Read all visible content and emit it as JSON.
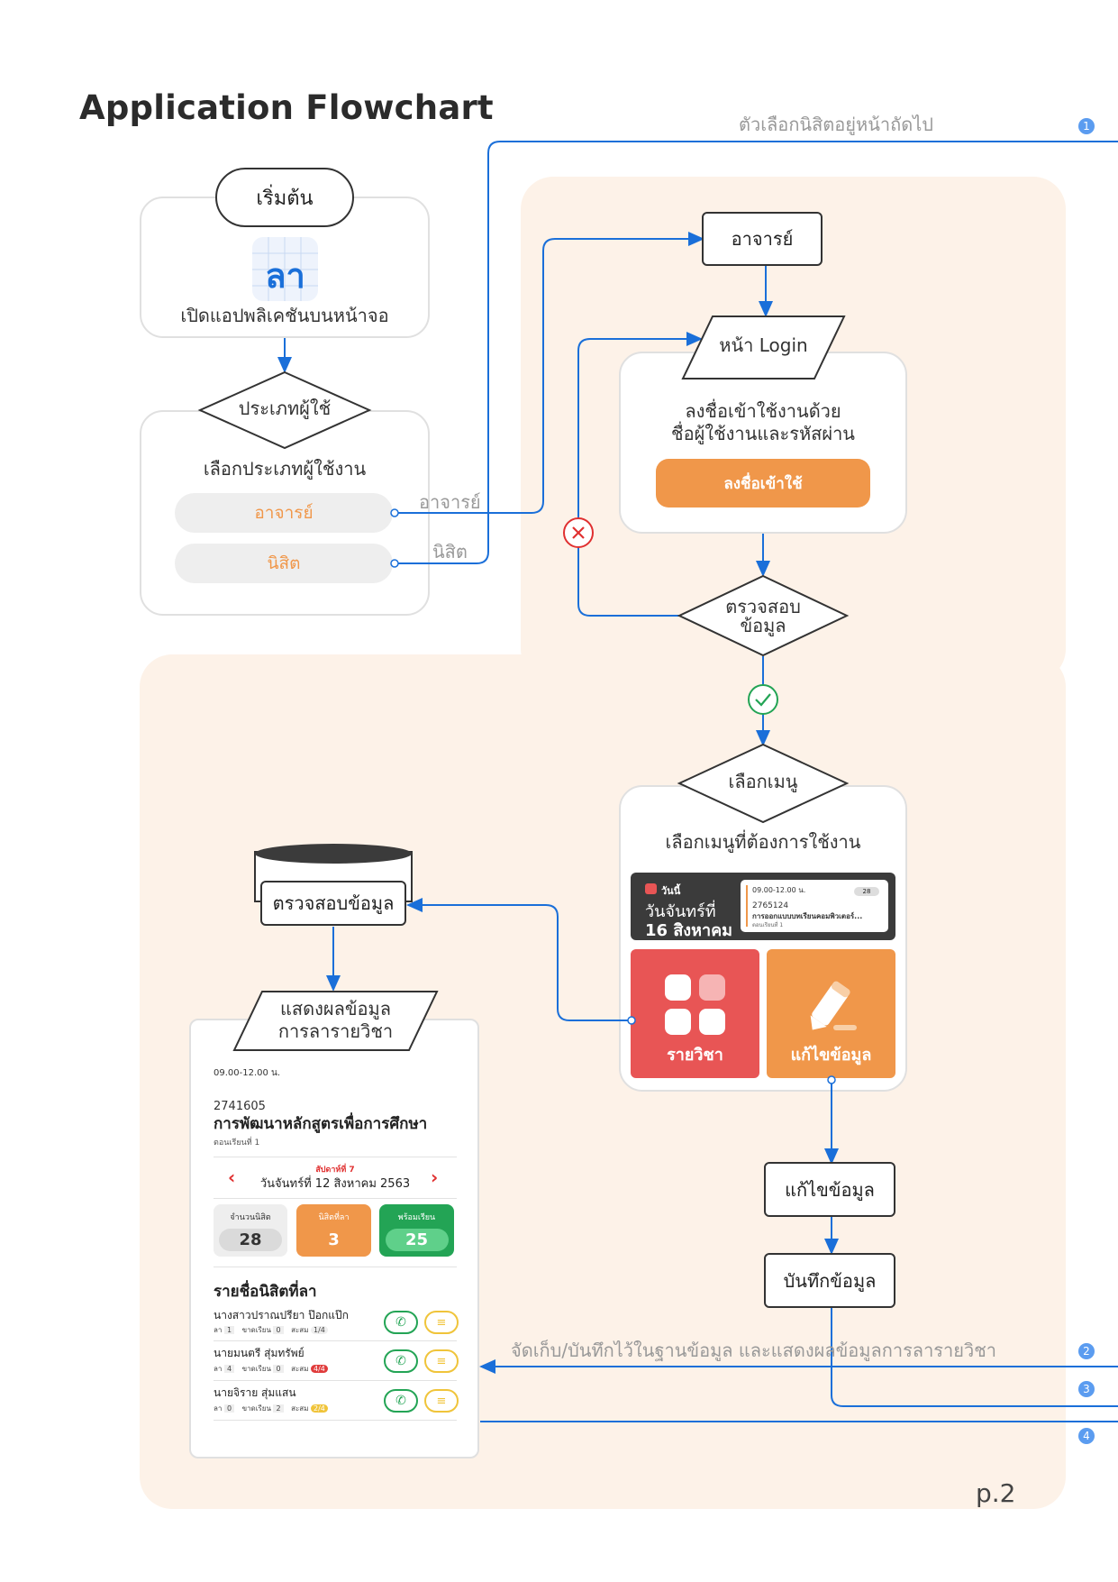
{
  "title": "Application Flowchart",
  "page_number": "p.2",
  "start": {
    "label": "เริ่มต้น",
    "app_icon_text": "ลา",
    "caption": "เปิดแอปพลิเคชันบนหน้าจอ"
  },
  "user_type": {
    "decision": "ประเภทผู้ใช้",
    "prompt": "เลือกประเภทผู้ใช้งาน",
    "options": [
      "อาจารย์",
      "นิสิต"
    ],
    "edge_labels": [
      "อาจารย์",
      "นิสิต"
    ]
  },
  "top_connector_label": "ตัวเลือกนิสิตอยู่หน้าถัดไป",
  "teacher_node": "อาจารย์",
  "login": {
    "node": "หน้า Login",
    "line1": "ลงชื่อเข้าใช้งานด้วย",
    "line2": "ชื่อผู้ใช้งานและรหัสผ่าน",
    "button": "ลงชื่อเข้าใช้"
  },
  "verify": {
    "line1": "ตรวจสอบ",
    "line2": "ข้อมูล"
  },
  "menu": {
    "decision": "เลือกเมนู",
    "prompt": "เลือกเมนูที่ต้องการใช้งาน",
    "today_tag": "วันนี้",
    "today_day": "วันจันทร์ที่",
    "today_date": "16 สิงหาคม",
    "class_time": "09.00-12.00 น.",
    "class_badge": "28",
    "class_code": "2765124",
    "class_name": "การออกแบบบทเรียนคอมพิวเตอร์...",
    "class_section": "ตอนเรียนที่ 1",
    "tile_subjects": "รายวิชา",
    "tile_edit": "แก้ไขข้อมูล"
  },
  "db_node": "ตรวจสอบข้อมูล",
  "display_node": {
    "line1": "แสดงผลข้อมูล",
    "line2": "การลารายวิชา"
  },
  "edit_node": "แก้ไขข้อมูล",
  "save_node": "บันทึกข้อมูล",
  "bottom_connector_label": "จัดเก็บ/บันทึกไว้ในฐานข้อมูล และแสดงผลข้อมูลการลารายวิชา",
  "connector_numbers": [
    "1",
    "2",
    "3",
    "4"
  ],
  "detail": {
    "time": "09.00-12.00 น.",
    "code": "2741605",
    "course": "การพัฒนาหลักสูตรเพื่อการศึกษา",
    "section": "ตอนเรียนที่ 1",
    "week": "สัปดาห์ที่ 7",
    "date": "วันจันทร์ที่ 12 สิงหาคม 2563",
    "stats": [
      {
        "label": "จำนวนนิสิต",
        "value": "28"
      },
      {
        "label": "นิสิตที่ลา",
        "value": "3"
      },
      {
        "label": "พร้อมเรียน",
        "value": "25"
      }
    ],
    "list_title": "รายชื่อนิสิตที่ลา",
    "students": [
      {
        "name": "นางสาวปราณปรียา ป๊อกแป๊ก",
        "leave_label": "ลา",
        "leave": "1",
        "absent_label": "ขาดเรียน",
        "absent": "0",
        "total_label": "สะสม",
        "total": "1/4"
      },
      {
        "name": "นายมนตรี สุ่มทรัพย์",
        "leave_label": "ลา",
        "leave": "4",
        "absent_label": "ขาดเรียน",
        "absent": "0",
        "total_label": "สะสม",
        "total": "4/4"
      },
      {
        "name": "นายจิราย สุ่มแสน",
        "leave_label": "ลา",
        "leave": "0",
        "absent_label": "ขาดเรียน",
        "absent": "2",
        "total_label": "สะสม",
        "total": "2/4"
      }
    ]
  },
  "colors": {
    "accent_blue": "#1a6fd9",
    "orange": "#f0974a",
    "red": "#e85555",
    "green": "#23a455",
    "zone": "#fdf2e8"
  }
}
